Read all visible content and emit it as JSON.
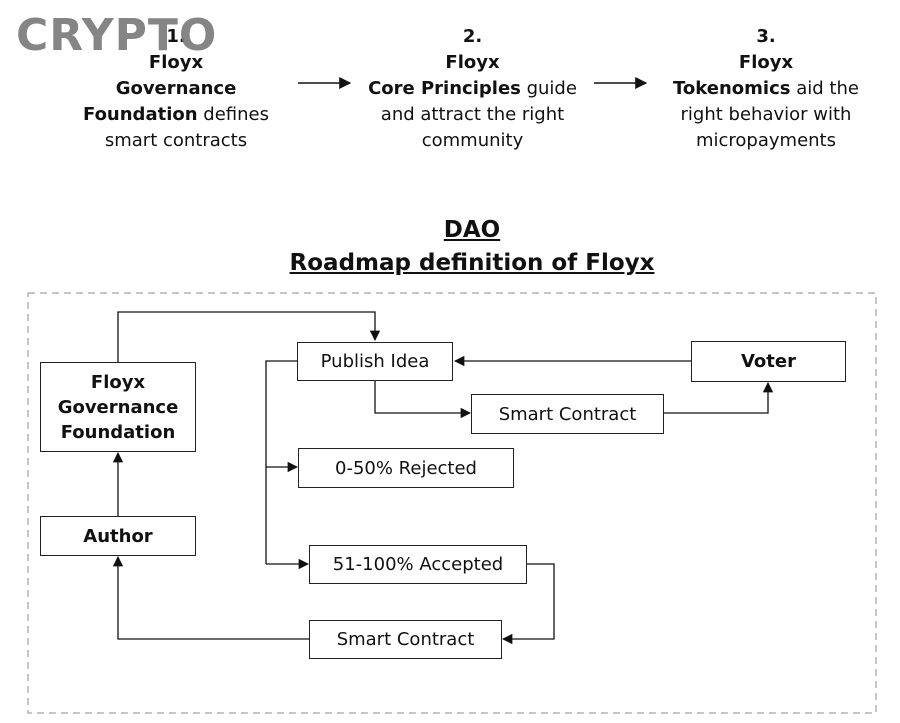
{
  "watermark": "CRYPTO",
  "steps": [
    {
      "number": "1.",
      "line1": "Floyx",
      "bold2": "Governance",
      "bold3": "Foundation",
      "rest3": " defines",
      "line4": "smart contracts"
    },
    {
      "number": "2.",
      "line1": "Floyx",
      "bold2": "Core Principles",
      "rest2": " guide",
      "line3": "and attract the right",
      "line4": "community"
    },
    {
      "number": "3.",
      "line1": "Floyx",
      "bold2": "Tokenomics",
      "rest2": " aid the",
      "line3": "right behavior with",
      "line4": "micropayments"
    }
  ],
  "diagram": {
    "title": "DAO",
    "subtitle": "Roadmap definition of Floyx",
    "nodes": {
      "foundation": [
        "Floyx",
        "Governance",
        "Foundation"
      ],
      "author": "Author",
      "publish_idea": "Publish Idea",
      "voter": "Voter",
      "smart_contract_top": "Smart Contract",
      "rejected": "0-50% Rejected",
      "accepted": "51-100% Accepted",
      "smart_contract_bottom": "Smart Contract"
    }
  }
}
